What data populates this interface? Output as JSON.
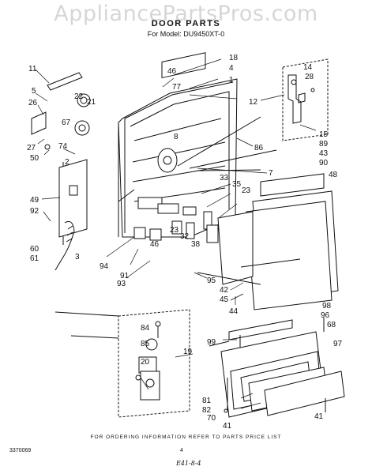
{
  "watermark": "AppliancePartsPros.com",
  "title": "DOOR PARTS",
  "model": "For Model: DU9450XT-0",
  "footer": "FOR ORDERING INFORMATION REFER TO PARTS PRICE LIST",
  "doc_number": "3370069",
  "page_number": "4",
  "handwritten_note": "E41-8-4",
  "callouts": {
    "c11": "11",
    "c5": "5",
    "c26": "26",
    "c22": "22",
    "c21": "21",
    "c67": "67",
    "c27": "27",
    "c74": "74",
    "c50": "50",
    "c2": "2",
    "c49": "49",
    "c92": "92",
    "c60": "60",
    "c61": "61",
    "c3": "3",
    "c46a": "46",
    "c77": "77",
    "c18": "18",
    "c4": "4",
    "c1": "1",
    "c12": "12",
    "c14": "14",
    "c28": "28",
    "c15": "15",
    "c89": "89",
    "c43": "43",
    "c90": "90",
    "c48": "48",
    "c8": "8",
    "c86": "86",
    "c7": "7",
    "c33": "33",
    "c35": "35",
    "c23a": "23",
    "c23b": "23",
    "c46b": "46",
    "c32": "32",
    "c38": "38",
    "c94": "94",
    "c91": "91",
    "c93": "93",
    "c95": "95",
    "c42": "42",
    "c45": "45",
    "c44": "44",
    "c98": "98",
    "c96": "96",
    "c68": "68",
    "c97": "97",
    "c99": "99",
    "c84": "84",
    "c85": "85",
    "c19": "19",
    "c20": "20",
    "c81": "81",
    "c82": "82",
    "c70": "70",
    "c41a": "41",
    "c41b": "41"
  }
}
